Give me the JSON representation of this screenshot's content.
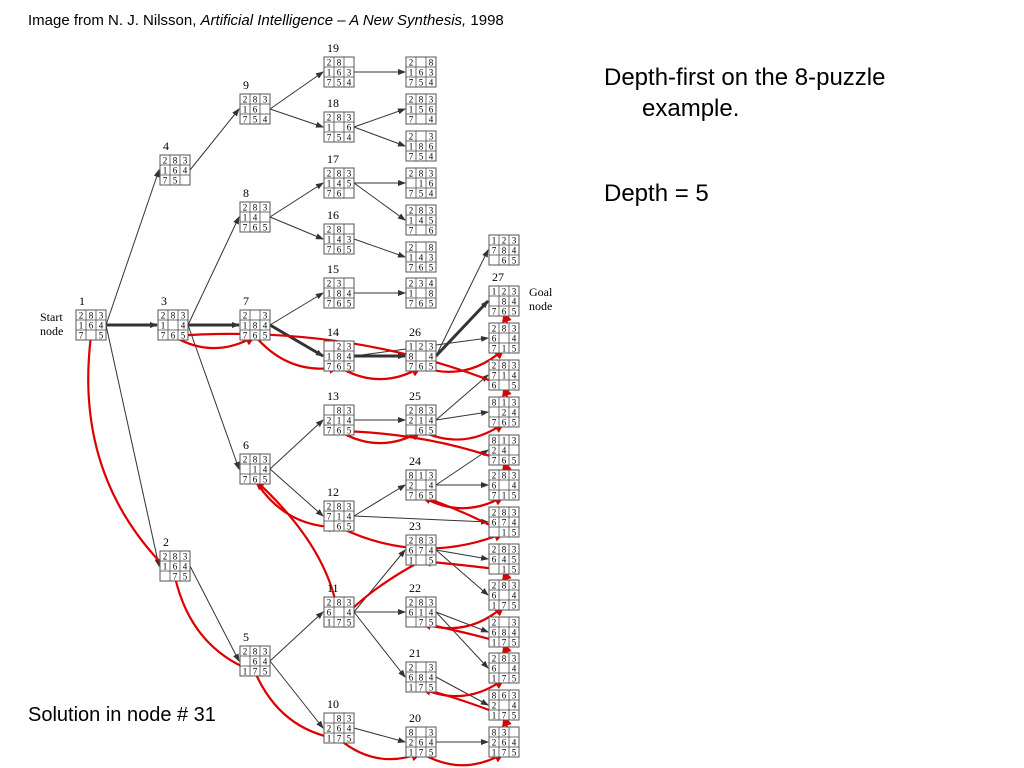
{
  "credit": {
    "prefix": "Image from N. J. Nilsson, ",
    "book": "Artificial Intelligence – A New Synthesis,",
    "year": " 1998"
  },
  "heading": {
    "line1": "Depth-first on the 8-puzzle",
    "line2": "example."
  },
  "depth_text": "Depth = 5",
  "solution_text": "Solution in node # 31",
  "start_label": [
    "Start",
    "node"
  ],
  "goal_label": [
    "Goal",
    "node"
  ],
  "colors": {
    "tree_edge": "#333333",
    "search_path": "#dd0000",
    "tile_border": "#555555"
  },
  "nodes": [
    {
      "id": "1",
      "label": "1",
      "tiles": "283164705"
    },
    {
      "id": "2",
      "label": "2",
      "tiles": "283164075"
    },
    {
      "id": "3",
      "label": "3",
      "tiles": "283104765"
    },
    {
      "id": "4",
      "label": "4",
      "tiles": "283164750"
    },
    {
      "id": "5",
      "label": "5",
      "tiles": "283064175"
    },
    {
      "id": "6",
      "label": "6",
      "tiles": "283014765"
    },
    {
      "id": "7",
      "label": "7",
      "tiles": "203184765"
    },
    {
      "id": "8",
      "label": "8",
      "tiles": "283140765"
    },
    {
      "id": "9",
      "label": "9",
      "tiles": "283160754"
    },
    {
      "id": "10",
      "label": "10",
      "tiles": "083264175"
    },
    {
      "id": "11",
      "label": "11",
      "tiles": "283604175"
    },
    {
      "id": "12",
      "label": "12",
      "tiles": "283714065"
    },
    {
      "id": "13",
      "label": "13",
      "tiles": "083214765"
    },
    {
      "id": "14",
      "label": "14",
      "tiles": "023184765"
    },
    {
      "id": "15",
      "label": "15",
      "tiles": "230184765"
    },
    {
      "id": "16",
      "label": "16",
      "tiles": "280143765"
    },
    {
      "id": "17",
      "label": "17",
      "tiles": "283145760"
    },
    {
      "id": "18",
      "label": "18",
      "tiles": "283106754"
    },
    {
      "id": "19",
      "label": "19",
      "tiles": "280163754"
    },
    {
      "id": "20",
      "label": "20",
      "tiles": "803264175"
    },
    {
      "id": "21",
      "label": "21",
      "tiles": "203684175"
    },
    {
      "id": "22",
      "label": "22",
      "tiles": "283614075"
    },
    {
      "id": "23",
      "label": "23",
      "tiles": "283674105"
    },
    {
      "id": "24",
      "label": "24",
      "tiles": "813204765"
    },
    {
      "id": "25",
      "label": "25",
      "tiles": "283214065"
    },
    {
      "id": "26",
      "label": "26",
      "tiles": "123804765"
    },
    {
      "id": "27",
      "label": "27",
      "tiles": "123084765"
    },
    {
      "id": "l1",
      "label": "",
      "tiles": "208163754"
    },
    {
      "id": "l2",
      "label": "",
      "tiles": "283156704"
    },
    {
      "id": "l3",
      "label": "",
      "tiles": "203186754"
    },
    {
      "id": "l4",
      "label": "",
      "tiles": "283016754"
    },
    {
      "id": "l5",
      "label": "",
      "tiles": "283145706"
    },
    {
      "id": "l6",
      "label": "",
      "tiles": "208143765"
    },
    {
      "id": "l7",
      "label": "",
      "tiles": "234108765"
    },
    {
      "id": "l8",
      "label": "",
      "tiles": "123784065"
    },
    {
      "id": "l9",
      "label": "",
      "tiles": "283604715"
    },
    {
      "id": "l10",
      "label": "",
      "tiles": "283714605"
    },
    {
      "id": "l11",
      "label": "",
      "tiles": "813024765"
    },
    {
      "id": "l12",
      "label": "",
      "tiles": "813240765"
    },
    {
      "id": "l13",
      "label": "",
      "tiles": "283604715"
    },
    {
      "id": "l14",
      "label": "",
      "tiles": "283674015"
    },
    {
      "id": "l15",
      "label": "",
      "tiles": "283645015"
    },
    {
      "id": "l16",
      "label": "",
      "tiles": "283604175"
    },
    {
      "id": "l17",
      "label": "",
      "tiles": "203684175"
    },
    {
      "id": "l18",
      "label": "",
      "tiles": "283604175"
    },
    {
      "id": "l19",
      "label": "",
      "tiles": "863204175"
    },
    {
      "id": "l20",
      "label": "",
      "tiles": "830264175"
    }
  ],
  "tree_edges": [
    [
      "1",
      "4"
    ],
    [
      "1",
      "3"
    ],
    [
      "1",
      "2"
    ],
    [
      "4",
      "9"
    ],
    [
      "3",
      "8"
    ],
    [
      "3",
      "7"
    ],
    [
      "3",
      "6"
    ],
    [
      "2",
      "5"
    ],
    [
      "9",
      "19"
    ],
    [
      "9",
      "18"
    ],
    [
      "8",
      "17"
    ],
    [
      "8",
      "16"
    ],
    [
      "7",
      "15"
    ],
    [
      "7",
      "14"
    ],
    [
      "6",
      "13"
    ],
    [
      "6",
      "12"
    ],
    [
      "5",
      "11"
    ],
    [
      "5",
      "10"
    ],
    [
      "19",
      "l1"
    ],
    [
      "18",
      "l2"
    ],
    [
      "18",
      "l3"
    ],
    [
      "17",
      "l4"
    ],
    [
      "17",
      "l5"
    ],
    [
      "16",
      "l6"
    ],
    [
      "15",
      "l7"
    ],
    [
      "14",
      "26"
    ],
    [
      "26",
      "l8"
    ],
    [
      "26",
      "27"
    ],
    [
      "14",
      "l9"
    ],
    [
      "13",
      "25"
    ],
    [
      "25",
      "l10"
    ],
    [
      "25",
      "l11"
    ],
    [
      "12",
      "24"
    ],
    [
      "24",
      "l12"
    ],
    [
      "24",
      "l13"
    ],
    [
      "12",
      "l14"
    ],
    [
      "11",
      "23"
    ],
    [
      "23",
      "l15"
    ],
    [
      "23",
      "l16"
    ],
    [
      "11",
      "22"
    ],
    [
      "22",
      "l17"
    ],
    [
      "22",
      "l18"
    ],
    [
      "11",
      "21"
    ],
    [
      "21",
      "l19"
    ],
    [
      "10",
      "20"
    ],
    [
      "20",
      "l20"
    ]
  ],
  "bold_edges": [
    [
      "1",
      "3"
    ],
    [
      "3",
      "7"
    ],
    [
      "7",
      "14"
    ],
    [
      "14",
      "26"
    ],
    [
      "26",
      "27"
    ]
  ],
  "search_order": [
    "1",
    "2",
    "5",
    "10",
    "20",
    "l20",
    "l19",
    "21",
    "l18",
    "l17",
    "22",
    "l16",
    "l15",
    "23",
    "11",
    "6",
    "12",
    "l14",
    "24",
    "l13",
    "l12",
    "13",
    "25",
    "l11",
    "l10",
    "3",
    "7",
    "14",
    "26",
    "l9",
    "27"
  ]
}
